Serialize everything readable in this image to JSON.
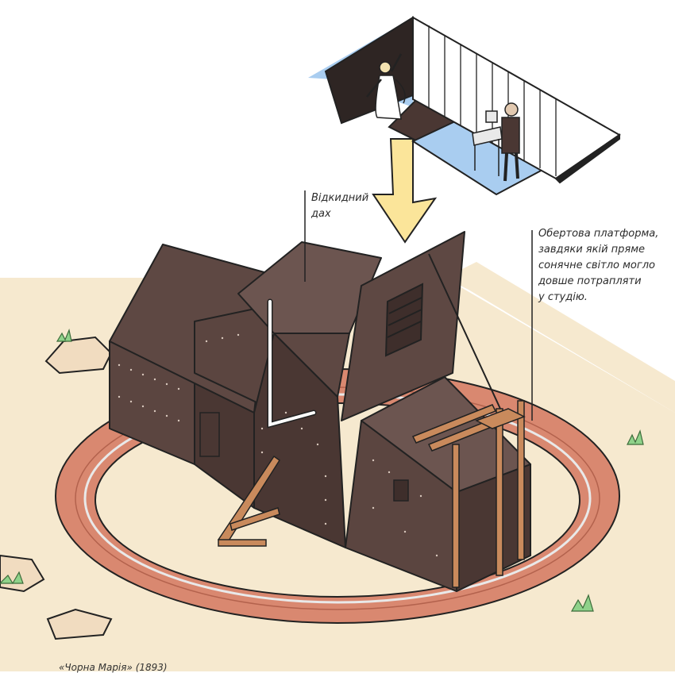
{
  "labels": {
    "folding_roof": "Відкидний\nдах",
    "rotating_platform": "Обертова платформа,\nзавдяки якій пряме\nсонячне світло могло\nдовше потрапляти\nу студію."
  },
  "caption": "«Чорна Марія» (1893)",
  "colors": {
    "ground": "#f6e9cf",
    "brick": "#d98870",
    "brick_dark": "#b3624d",
    "wall": "#5b4540",
    "wall_dark": "#4a3733",
    "roof": "#5e4843",
    "roof_light": "#6c5550",
    "sky_blue": "#a9cdf0",
    "arrow": "#fbe59a",
    "wood": "#c98a5c",
    "grass": "#8fd28a",
    "outline": "#222222"
  }
}
